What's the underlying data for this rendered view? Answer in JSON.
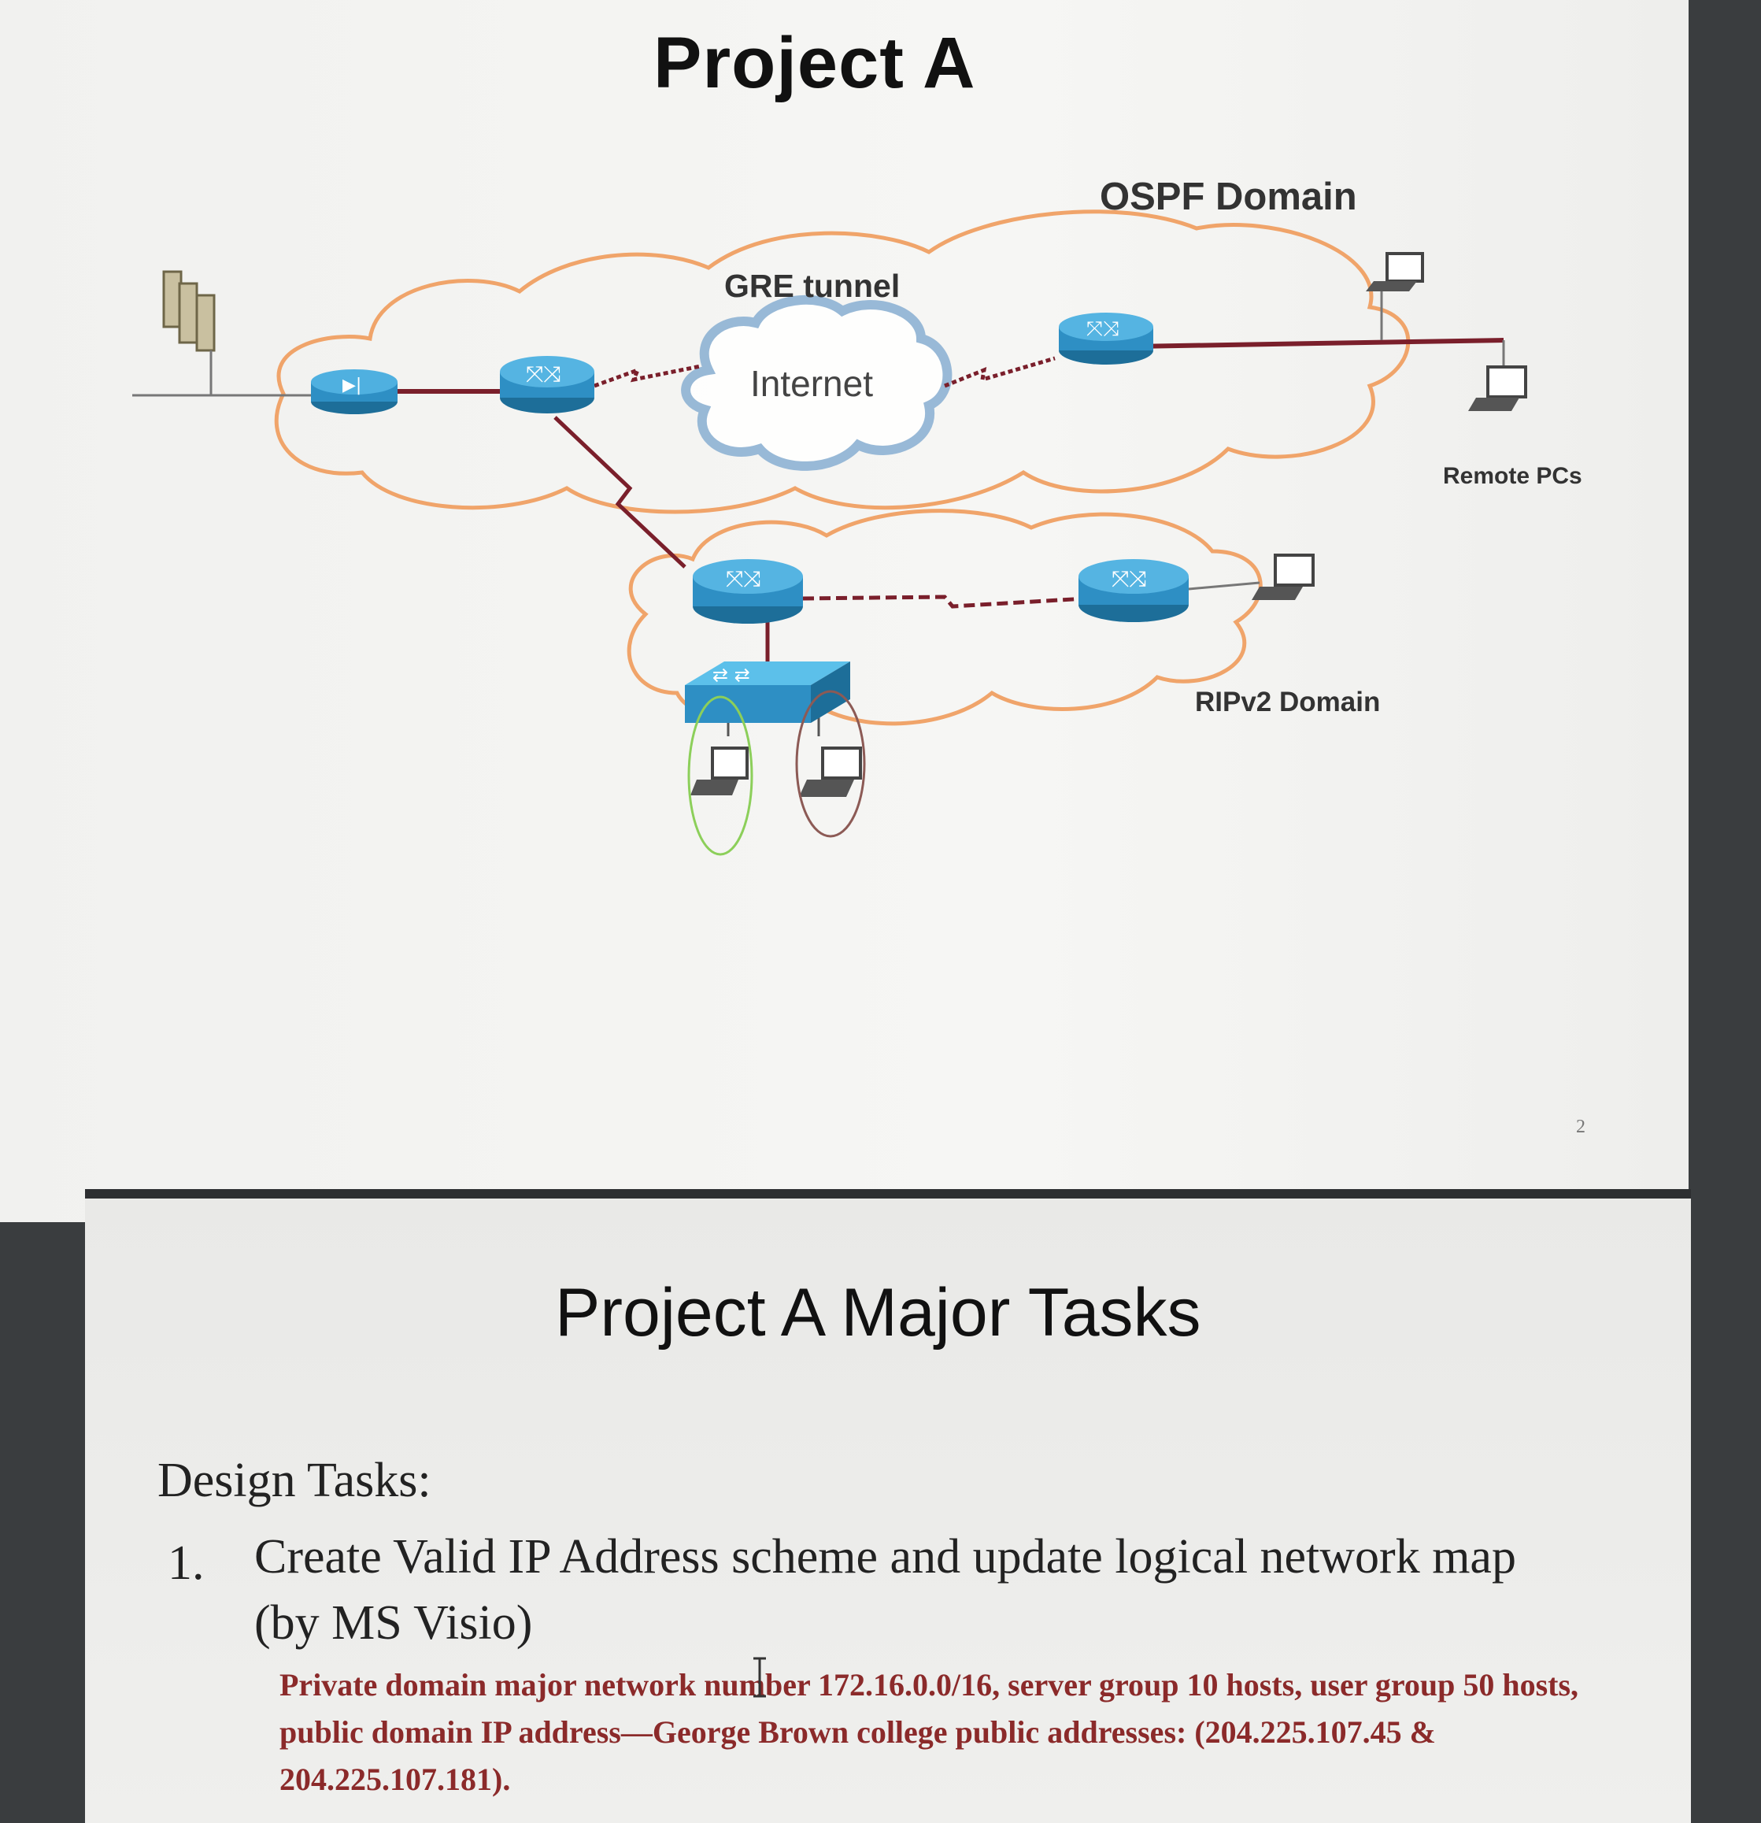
{
  "slide1": {
    "title": "Project A",
    "labels": {
      "ospf_domain": "OSPF Domain",
      "gre_tunnel": "GRE tunnel",
      "internet": "Internet",
      "remote_pcs": "Remote PCs",
      "ripv2_domain": "RIPv2 Domain"
    },
    "page_number": "2",
    "colors": {
      "cloud_outline": "#f0a46a",
      "internet_cloud": "#8fb3d4",
      "router_blue": "#2e8fc4",
      "link_maroon": "#7a1f2b"
    }
  },
  "slide2": {
    "title": "Project A Major Tasks",
    "section_heading": "Design Tasks:",
    "tasks": [
      {
        "number": "1.",
        "text": "Create Valid IP Address scheme and update logical network map (by MS Visio)",
        "detail": "Private domain major network number 172.16.0.0/16, server group 10 hosts, user group 50 hosts, public domain IP address—George Brown college public addresses: (204.225.107.45 & 204.225.107.181)."
      }
    ]
  }
}
